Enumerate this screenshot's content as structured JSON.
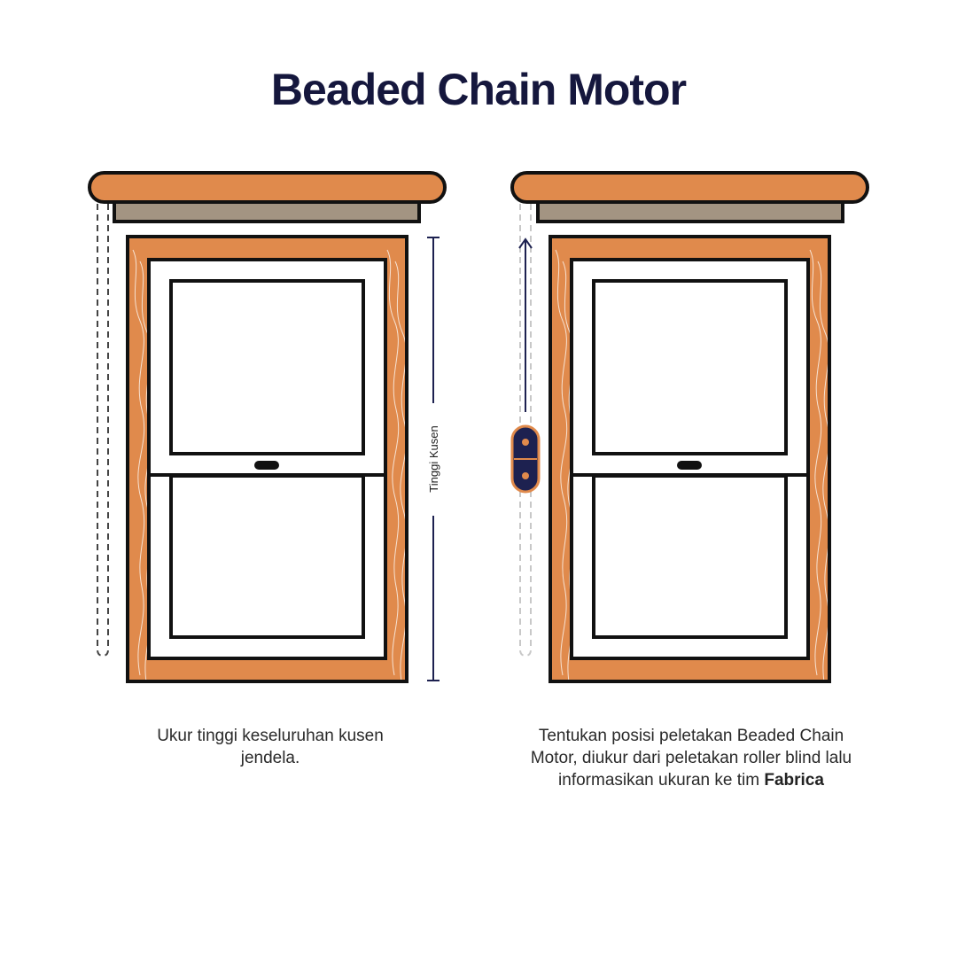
{
  "title": "Beaded Chain Motor",
  "left_panel": {
    "dimension_label": "Tinggi Kusen",
    "caption": "Ukur tinggi keseluruhan kusen jendela."
  },
  "right_panel": {
    "caption_text": "Tentukan posisi peletakan Beaded Chain Motor, diukur dari peletakan roller blind lalu informasikan ukuran ke tim ",
    "caption_bold": "Fabrica"
  },
  "colors": {
    "title": "#15173d",
    "wood_orange": "#e08a4c",
    "bracket_gray": "#a39482",
    "outline": "#111111",
    "navy": "#1d2150"
  }
}
